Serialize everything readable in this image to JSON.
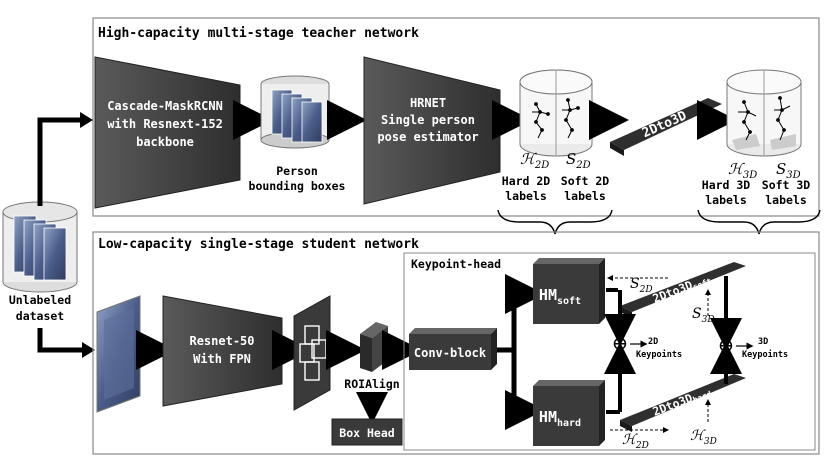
{
  "teacher": {
    "title": "High-capacity multi-stage teacher network",
    "detector": [
      "Cascade-MaskRCNN",
      "with Resnext-152",
      "backbone"
    ],
    "person_boxes": [
      "Person",
      "bounding boxes"
    ],
    "hrnet": [
      "HRNET",
      "Single person",
      "pose estimator"
    ],
    "h2d_symbol": "ℋ",
    "h2d_sub": "2D",
    "s2d_symbol": "S",
    "s2d_sub": "2D",
    "hard2d": [
      "Hard 2D",
      "labels"
    ],
    "soft2d": [
      "Soft 2D",
      "labels"
    ],
    "lifter": "2Dto3D",
    "h3d_symbol": "ℋ",
    "h3d_sub": "3D",
    "s3d_symbol": "S",
    "s3d_sub": "3D",
    "hard3d": [
      "Hard 3D",
      "labels"
    ],
    "soft3d": [
      "Soft 3D",
      "labels"
    ]
  },
  "dataset": [
    "Unlabeled",
    "dataset"
  ],
  "student": {
    "title": "Low-capacity single-stage student network",
    "backbone": [
      "Resnet-50",
      "With FPN"
    ],
    "roialign": "ROIAlign",
    "box_head": "Box Head",
    "keypoint_head": "Keypoint-head",
    "conv_block": "Conv-block",
    "hm_base": "HM",
    "hm_soft_sub": "soft",
    "hm_hard_sub": "hard",
    "lift_base": "2Dto3D",
    "lift_soft_sub": "soft",
    "lift_hard_sub": "hard",
    "s2d_symbol": "S",
    "s2d_sub": "2D",
    "s3d_symbol": "S",
    "s3d_sub": "3D",
    "h2d_symbol": "ℋ",
    "h2d_sub": "2D",
    "h3d_symbol": "ℋ",
    "h3d_sub": "3D",
    "kp2d": [
      "2D",
      "Keypoints"
    ],
    "kp3d": [
      "3D",
      "Keypoints"
    ],
    "plus": "⊕"
  },
  "colors": {
    "block_dark": "#3a3a3a",
    "block_mid": "#555555",
    "outline": "#888888"
  }
}
